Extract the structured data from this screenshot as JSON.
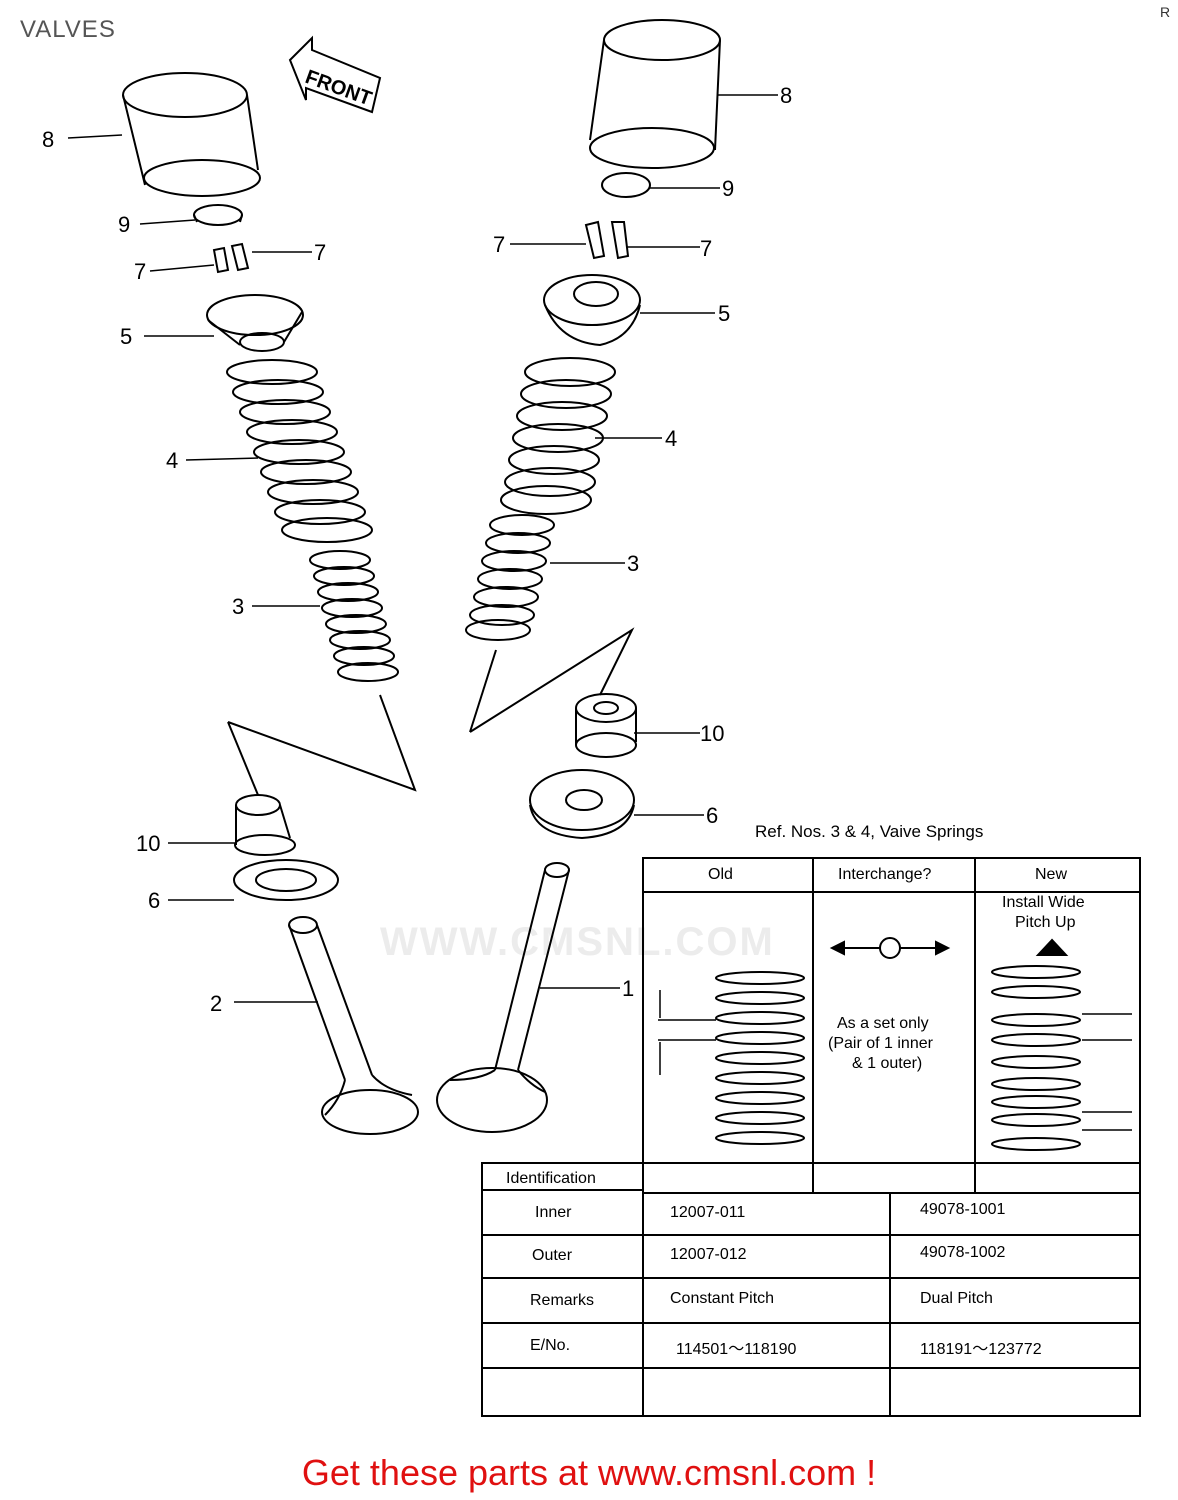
{
  "page_title": "VALVES",
  "corner_mark": "R",
  "front_label": "FRONT",
  "watermark": "WWW.CMSNL.COM",
  "callouts": {
    "c1": "1",
    "c2": "2",
    "c3a": "3",
    "c3b": "3",
    "c4a": "4",
    "c4b": "4",
    "c5a": "5",
    "c5b": "5",
    "c6a": "6",
    "c6b": "6",
    "c7a": "7",
    "c7b": "7",
    "c7c": "7",
    "c7d": "7",
    "c8a": "8",
    "c8b": "8",
    "c9a": "9",
    "c9b": "9",
    "c10a": "10",
    "c10b": "10"
  },
  "spring_info": {
    "title": "Ref. Nos. 3 & 4, Vaive Springs",
    "headers": {
      "old": "Old",
      "interchange": "Interchange?",
      "new": "New"
    },
    "install_note_1": "Install Wide",
    "install_note_2": "Pitch Up",
    "set_note_1": "As a set only",
    "set_note_2": "(Pair of 1 inner",
    "set_note_3": "& 1 outer)"
  },
  "identification": {
    "header": "Identification",
    "rows": [
      {
        "label": "Inner",
        "old": "12007-011",
        "new": "49078-1001"
      },
      {
        "label": "Outer",
        "old": "12007-012",
        "new": "49078-1002"
      },
      {
        "label": "Remarks",
        "old": "Constant Pitch",
        "new": "Dual Pitch"
      },
      {
        "label": "E/No.",
        "old": "114501～118190",
        "new": "118191～123772"
      }
    ]
  },
  "footer": "Get these parts at www.cmsnl.com !"
}
